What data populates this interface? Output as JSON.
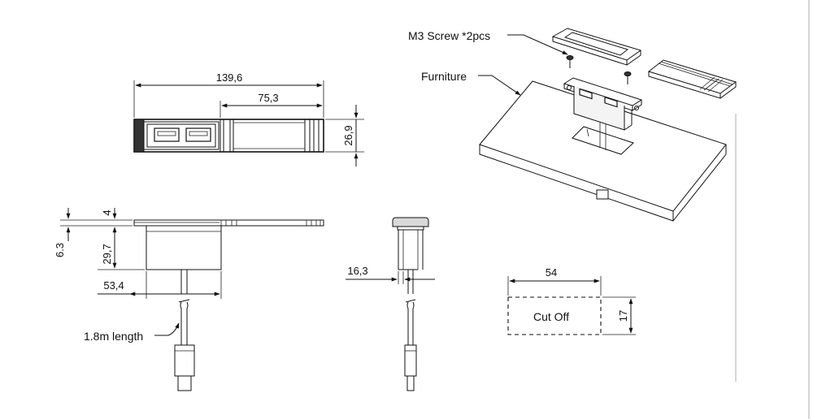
{
  "dimensions": {
    "overall_length": "139,6",
    "cover_length": "75,3",
    "top_height": "26,9",
    "flange_thickness": "4",
    "body_depth": "29,7",
    "flange_offset": "6.3",
    "body_width": "53,4",
    "side_width": "16,3",
    "cutout_width": "54",
    "cutout_height": "17"
  },
  "labels": {
    "screw": "M3 Screw *2pcs",
    "furniture": "Furniture",
    "cable_length": "1.8m length",
    "cutout": "Cut Off"
  }
}
